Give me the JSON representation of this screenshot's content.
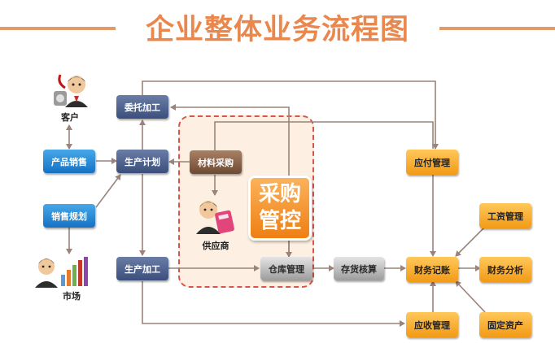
{
  "title": "企业整体业务流程图",
  "nodes": {
    "customer": "客户",
    "product_sales": "产品销售",
    "sales_plan": "销售规划",
    "market": "市场",
    "commissioned_processing": "委托加工",
    "production_plan": "生产计划",
    "production_processing": "生产加工",
    "material_procurement": "材料采购",
    "supplier": "供应商",
    "warehouse_management": "仓库管理",
    "inventory_accounting": "存货核算",
    "payables_management": "应付管理",
    "financial_bookkeeping": "财务记账",
    "receivables_management": "应收管理",
    "payroll_management": "工资管理",
    "financial_analysis": "财务分析",
    "fixed_assets": "固定资产"
  },
  "procurement_control": {
    "line1": "采购",
    "line2": "管控"
  },
  "colors": {
    "navy": "#3c4f7c",
    "blue": "#1672c4",
    "brown": "#6e4a32",
    "orange": "#f29a16",
    "gray": "#9c9c9c",
    "title": "#e8884f",
    "dashed_border": "#d9554a",
    "arrow": "#9a847a"
  }
}
